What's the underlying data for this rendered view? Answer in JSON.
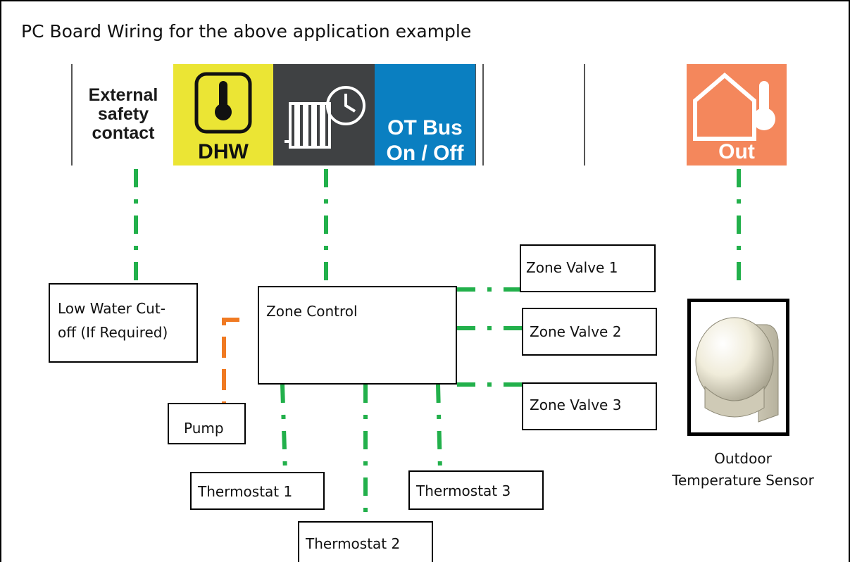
{
  "title": "PC Board Wiring for the above application example",
  "terminals": {
    "safety": {
      "label_lines": [
        "External",
        "safety",
        "contact"
      ],
      "icon": "none"
    },
    "dhw": {
      "label": "DHW",
      "icon": "thermometer-icon",
      "color": "#ebe534"
    },
    "heating": {
      "icon": "radiator-clock-icon",
      "color": "#3f4143"
    },
    "ot_bus": {
      "label_lines": [
        "OT Bus",
        "On / Off"
      ],
      "color": "#0a7fc1"
    },
    "out": {
      "label": "Out",
      "icon": "house-thermometer-icon",
      "color": "#f4875c"
    }
  },
  "boxes": {
    "low_water": [
      "Low Water Cut-",
      "off (If Required)"
    ],
    "zone_control": "Zone Control",
    "pump": "Pump",
    "zone_valve_1": "Zone Valve 1",
    "zone_valve_2": "Zone Valve 2",
    "zone_valve_3": "Zone Valve 3",
    "thermostat_1": "Thermostat 1",
    "thermostat_2": "Thermostat 2",
    "thermostat_3": "Thermostat 3"
  },
  "sensor": {
    "caption_lines": [
      "Outdoor",
      "Temperature Sensor"
    ],
    "icon": "outdoor-sensor-icon"
  },
  "colors": {
    "wire_green": "#22b04b",
    "wire_orange": "#f07a22",
    "out_bg": "#f4875c",
    "dhw_bg": "#ebe534",
    "heating_bg": "#3f4143",
    "ot_bg": "#0a7fc1"
  }
}
